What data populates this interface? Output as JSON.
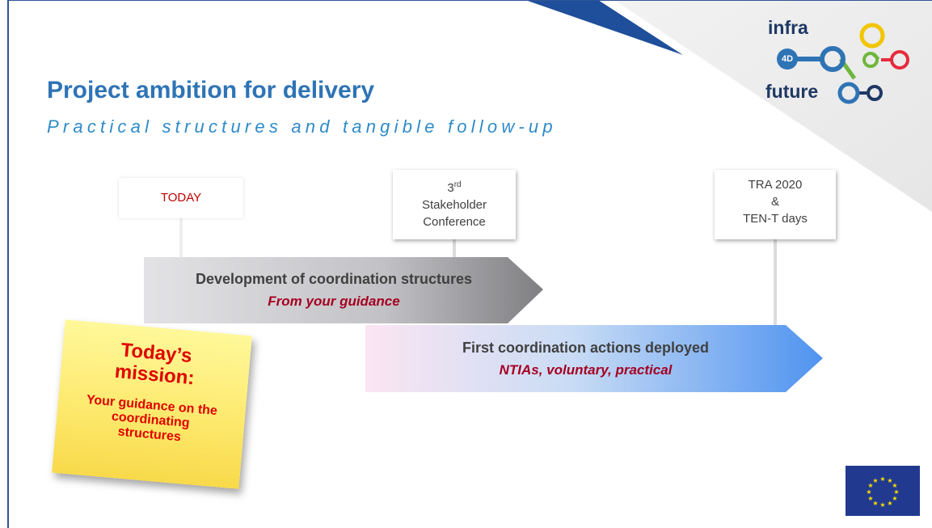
{
  "title": "Project ambition for delivery",
  "subtitle": "Practical structures and tangible follow-up",
  "logo": {
    "word_top": "infra",
    "badge": "4D",
    "word_bottom": "future",
    "colors": [
      "#1f3864",
      "#2e74b5",
      "#f2c500",
      "#6fb73c",
      "#e62b3b"
    ]
  },
  "timeline": {
    "today": "TODAY",
    "stakeholder": {
      "ord_num": "3",
      "ord_sup": "rd",
      "line2": "Stakeholder",
      "line3": "Conference"
    },
    "tra": {
      "line1": "TRA 2020",
      "line2": "&",
      "line3": "TEN-T days"
    }
  },
  "arrows": {
    "development": {
      "title": "Development of coordination structures",
      "sub": "From your guidance"
    },
    "first_actions": {
      "title": "First coordination actions deployed",
      "sub": "NTIAs, voluntary, practical"
    }
  },
  "note": {
    "title_line1": "Today’s",
    "title_line2": "mission:",
    "body_line1": "Your guidance on the",
    "body_line2": "coordinating",
    "body_line3": "structures"
  },
  "colors": {
    "title": "#2e74b5",
    "accent_red": "#c00000",
    "eu_blue": "#213a8f",
    "eu_star": "#ffdd00"
  }
}
